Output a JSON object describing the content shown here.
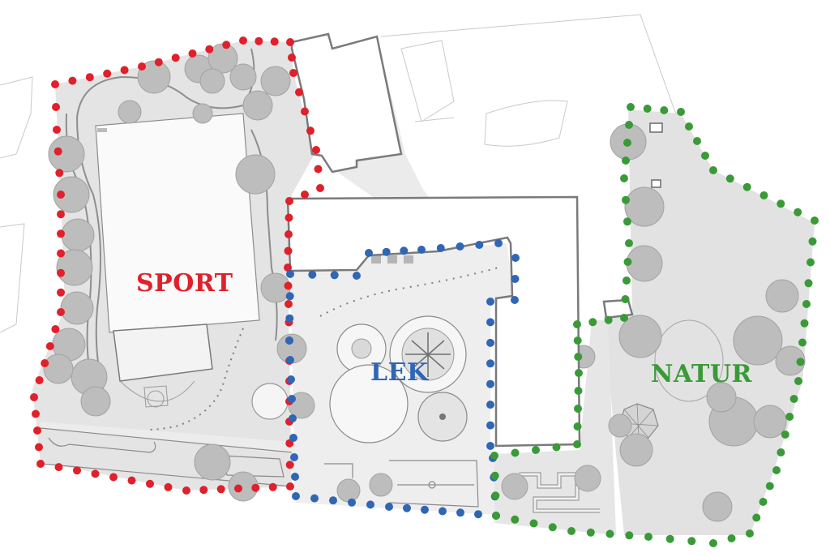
{
  "zones": {
    "sport": {
      "label": "SPORT",
      "color": "#e0202a"
    },
    "lek": {
      "label": "LEK",
      "color": "#2f66b5"
    },
    "natur": {
      "label": "NATUR",
      "color": "#3a9a38"
    }
  },
  "palette": {
    "ground": "#e6e6e6",
    "ground_light": "#f1f1f1",
    "building_stroke": "#7a7a7a",
    "tree": "#bdbdbd",
    "line": "#9a9a9a"
  }
}
